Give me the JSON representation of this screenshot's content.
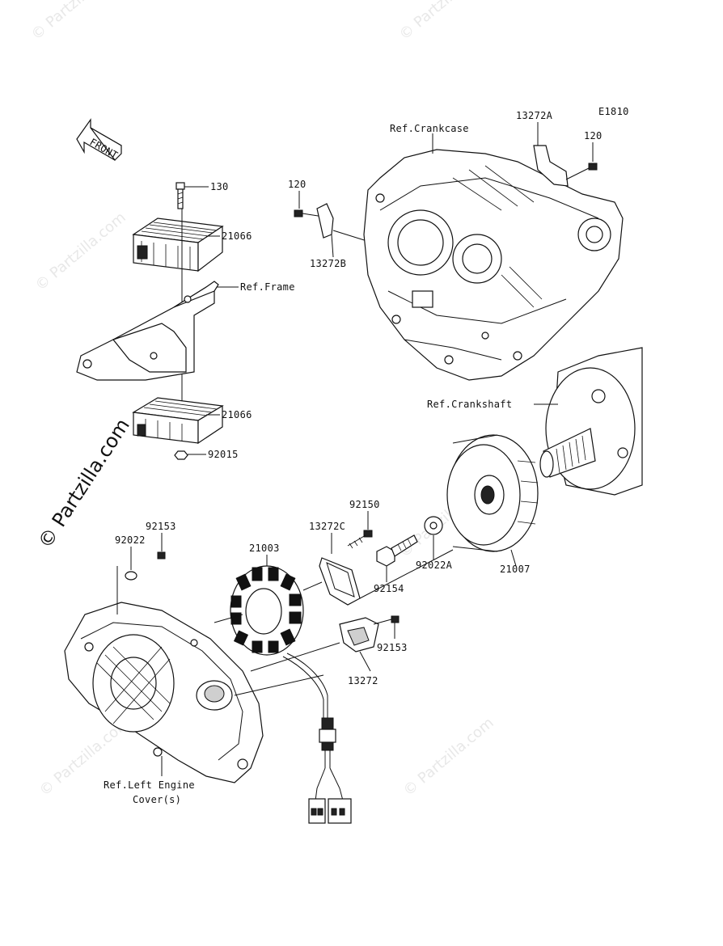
{
  "diagram_code": "E1810",
  "front_label": "FRONT",
  "watermark": "© Partzilla.com",
  "watermark_short": "© Partzilla.com",
  "parts": {
    "p130": "130",
    "p21066_top": "21066",
    "p21066_bottom": "21066",
    "p92015": "92015",
    "p120_left": "120",
    "p13272B": "13272B",
    "p13272A": "13272A",
    "p120_right": "120",
    "p92150": "92150",
    "p13272C": "13272C",
    "p21003": "21003",
    "p92153_top": "92153",
    "p92022": "92022",
    "p92154": "92154",
    "p92022A": "92022A",
    "p21007": "21007",
    "p92153_bottom": "92153",
    "p13272": "13272"
  },
  "refs": {
    "frame": "Ref.Frame",
    "crankcase": "Ref.Crankcase",
    "crankshaft": "Ref.Crankshaft",
    "left_cover_line1": "Ref.Left Engine",
    "left_cover_line2": "Cover(s)"
  }
}
